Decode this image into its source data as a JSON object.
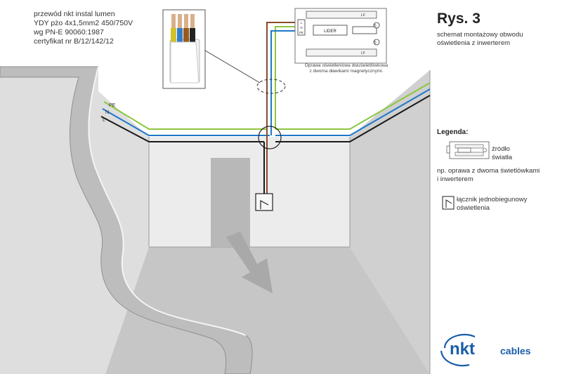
{
  "cable_spec": {
    "line1": "przewód nkt instal lumen",
    "line2": "YDY pżo 4x1,5mm2 450/750V",
    "line3": "wg PN-E 90060:1987",
    "line4": "certyfikat nr B/12/142/12"
  },
  "figure": {
    "title": "Rys. 3",
    "subtitle_line1": "schemat montażowy obwodu",
    "subtitle_line2": "oświetlenia z inwerterem"
  },
  "luminaire": {
    "label": "LIDER",
    "caption_line1": "Oprawa oświetleniowa dwuświetlówkowa",
    "caption_line2": "z dwoma dławikami magnetycznymi.",
    "tag_lf": "LF",
    "tag_s": "S",
    "terminals": [
      "L",
      "N",
      "PE"
    ]
  },
  "wires": {
    "pe_label": "PE",
    "n_label": "N",
    "l_label": "L",
    "colors": {
      "pe": "#8cc63f",
      "n": "#1f78c8",
      "l": "#1a1a1a",
      "switched": "#8b4a2b",
      "cable_core_brown": "#9a5a1e",
      "cable_core_blue": "#2f7fcf",
      "cable_core_black": "#222222",
      "cable_core_yellow_green": "#d2c229"
    }
  },
  "legend": {
    "title": "Legenda:",
    "source_line1": "źródło",
    "source_line2": "światła",
    "lamp_line1": "np. oprawa z dwoma świetlówkami",
    "lamp_line2": "i inwerterem",
    "switch_line1": "łącznik jednobiegunowy",
    "switch_line2": "oświetlenia"
  },
  "logo": {
    "mark": "nkt",
    "word": "cables",
    "color": "#1a5ea8"
  },
  "colors": {
    "wall_light": "#e6e6e6",
    "wall_mid": "#cdcdcd",
    "wall_dark": "#b7b7b7",
    "floor": "#c4c4c4",
    "arrow": "#a9a9a9"
  }
}
